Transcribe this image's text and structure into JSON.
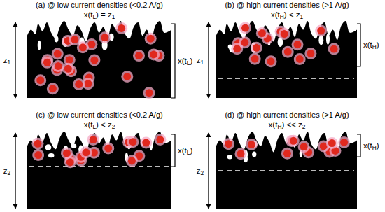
{
  "diagram": {
    "labels": [
      "(a) @ low current densities (<0.2 A/g)",
      "x(tL) = z1",
      "z1",
      "x(tL)",
      "(b) @ high current densities (>1 A/g)",
      "x(tH) < z1",
      "z1",
      "x(tH)",
      "(c) @ low current densities (<0.2 A/g)",
      "x(tL) < z2",
      "z2",
      "x(tL)",
      "(d) @ high current densities (>1 A/g)",
      "x(tH) << z2",
      "z2",
      "x(tH)"
    ]
  }
}
